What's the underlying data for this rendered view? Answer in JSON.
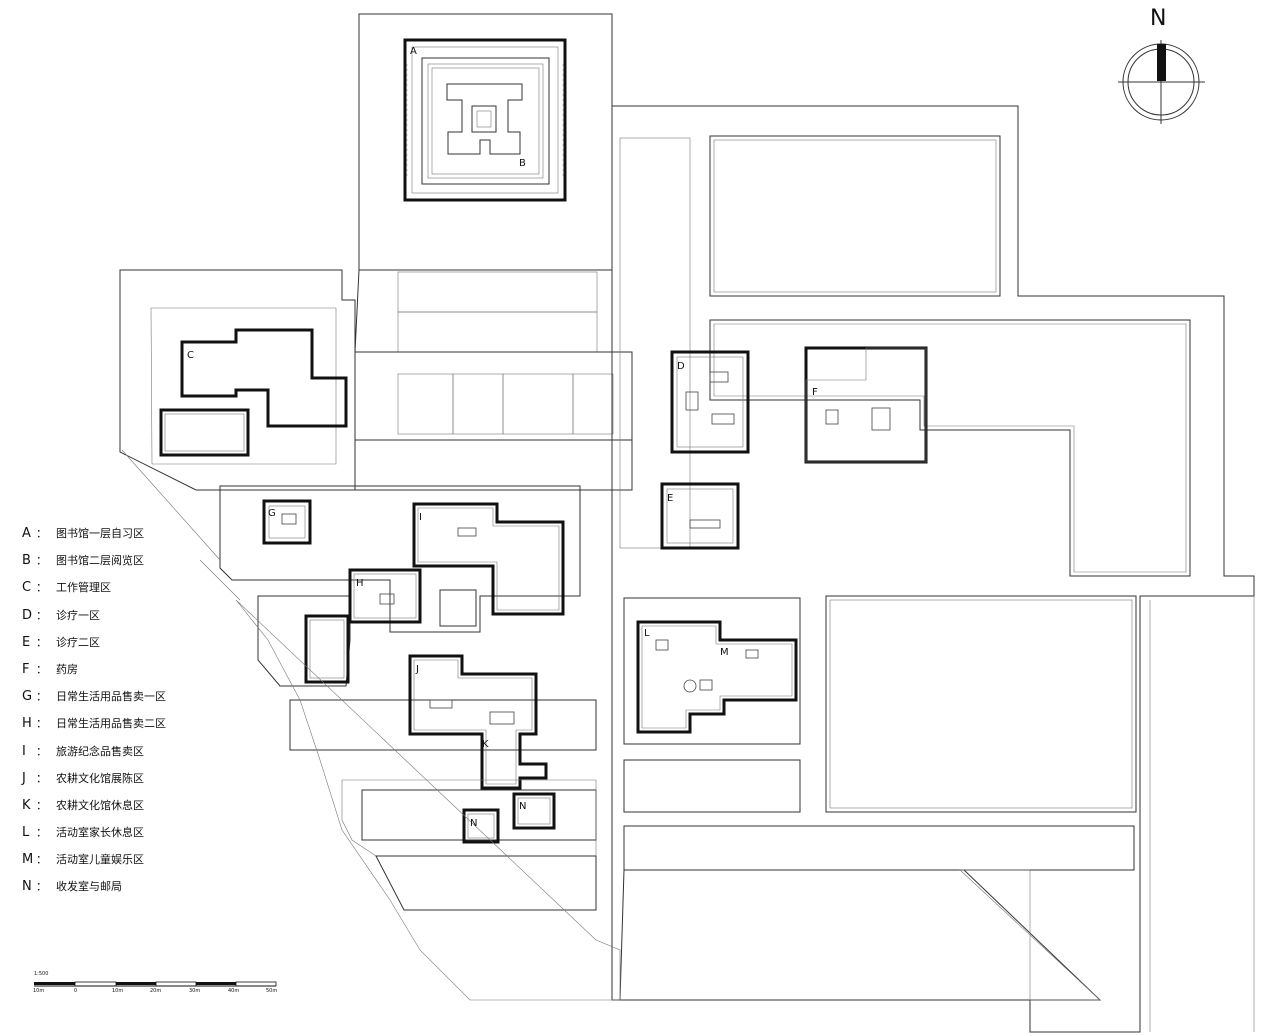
{
  "north_label": "N",
  "scale": {
    "ratio": "1:500",
    "ticks": [
      "10m",
      "0",
      "10m",
      "20m",
      "30m",
      "40m",
      "50m"
    ]
  },
  "room_labels": [
    "A",
    "B",
    "C",
    "D",
    "E",
    "F",
    "G",
    "H",
    "I",
    "J",
    "K",
    "L",
    "M",
    "N",
    "N"
  ],
  "legend": {
    "separator": "：",
    "items": [
      {
        "key": "A",
        "text": "图书馆一层自习区"
      },
      {
        "key": "B",
        "text": "图书馆二层阅览区"
      },
      {
        "key": "C",
        "text": "工作管理区"
      },
      {
        "key": "D",
        "text": "诊疗一区"
      },
      {
        "key": "E",
        "text": "诊疗二区"
      },
      {
        "key": "F",
        "text": "药房"
      },
      {
        "key": "G",
        "text": "日常生活用品售卖一区"
      },
      {
        "key": "H",
        "text": "日常生活用品售卖二区"
      },
      {
        "key": "I",
        "text": "旅游纪念品售卖区"
      },
      {
        "key": "J",
        "text": "农耕文化馆展陈区"
      },
      {
        "key": "K",
        "text": "农耕文化馆休息区"
      },
      {
        "key": "L",
        "text": "活动室家长休息区"
      },
      {
        "key": "M",
        "text": "活动室儿童娱乐区"
      },
      {
        "key": "N",
        "text": "收发室与邮局"
      }
    ]
  }
}
